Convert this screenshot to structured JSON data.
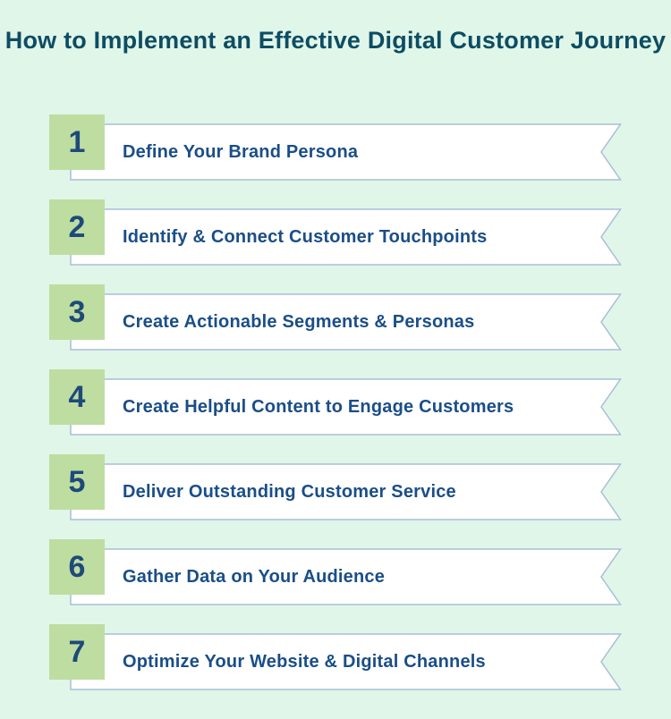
{
  "title": "How to Implement an Effective Digital Customer Journey",
  "steps": [
    {
      "number": "1",
      "label": "Define Your Brand Persona"
    },
    {
      "number": "2",
      "label": "Identify & Connect Customer Touchpoints"
    },
    {
      "number": "3",
      "label": "Create Actionable Segments & Personas"
    },
    {
      "number": "4",
      "label": "Create Helpful Content to Engage Customers"
    },
    {
      "number": "5",
      "label": "Deliver Outstanding Customer Service"
    },
    {
      "number": "6",
      "label": "Gather Data on Your Audience"
    },
    {
      "number": "7",
      "label": "Optimize Your Website & Digital Channels"
    }
  ],
  "colors": {
    "bg": "#e0f6e9",
    "square": "#bedda1",
    "number": "#1e4a7a",
    "label": "#1a4e88",
    "title": "#0d4d63",
    "border": "#a9bed8",
    "banner": "#ffffff"
  }
}
